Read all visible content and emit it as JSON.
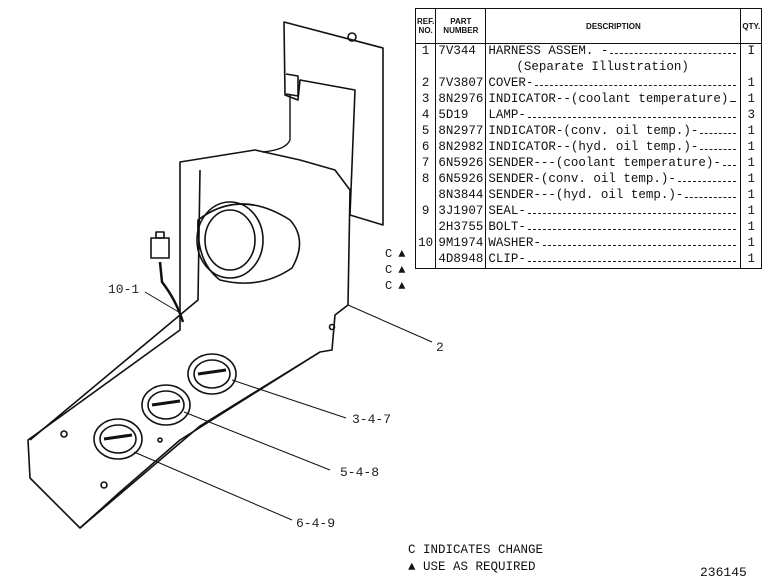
{
  "table": {
    "headers": {
      "ref": "REF. NO.",
      "part": "PART NUMBER",
      "description": "DESCRIPTION",
      "qty": "QTY."
    },
    "rows": [
      {
        "ref": "1",
        "part": "7V344",
        "description": "HARNESS ASSEM. -",
        "qty": "I"
      },
      {
        "ref": "",
        "part": "",
        "description": "(Separate Illustration)",
        "qty": ""
      },
      {
        "ref": "2",
        "part": "7V3807",
        "description": "COVER-",
        "qty": "1"
      },
      {
        "ref": "3",
        "part": "8N2976",
        "description": "INDICATOR--(coolant temperature)",
        "qty": "1"
      },
      {
        "ref": "4",
        "part": "5D19",
        "description": "LAMP-",
        "qty": "3"
      },
      {
        "ref": "5",
        "part": "8N2977",
        "description": "INDICATOR-(conv. oil temp.)-",
        "qty": "1"
      },
      {
        "ref": "6",
        "part": "8N2982",
        "description": "INDICATOR--(hyd. oil temp.)-",
        "qty": "1"
      },
      {
        "ref": "7",
        "part": "6N5926",
        "description": "SENDER---(coolant temperature)-",
        "qty": "1"
      },
      {
        "ref": "8",
        "part": "6N5926",
        "description": "SENDER-(conv. oil temp.)-",
        "qty": "1"
      },
      {
        "ref": "",
        "part": "8N3844",
        "description": "SENDER---(hyd. oil temp.)-",
        "qty": "1"
      },
      {
        "ref": "9",
        "part": "3J1907",
        "description": "SEAL-",
        "qty": "1"
      },
      {
        "ref": "",
        "part": "2H3755",
        "description": "BOLT-",
        "qty": "1"
      },
      {
        "ref": "10",
        "part": "9M1974",
        "description": "WASHER-",
        "qty": "1"
      },
      {
        "ref": "",
        "part": "4D8948",
        "description": "CLIP-",
        "qty": "1"
      }
    ]
  },
  "change_marks": [
    {
      "c": "C",
      "symbol": "▲"
    },
    {
      "c": "C",
      "symbol": "▲"
    },
    {
      "c": "C",
      "symbol": "▲"
    }
  ],
  "callouts": {
    "harness": "10-1",
    "cover": "2",
    "gauge_top": "3-4-7",
    "gauge_mid": "5-4-8",
    "gauge_bottom": "6-4-9"
  },
  "legend": {
    "change": "C INDICATES CHANGE",
    "use_as_required": "▲ USE AS REQUIRED"
  },
  "figure_number": "236145"
}
